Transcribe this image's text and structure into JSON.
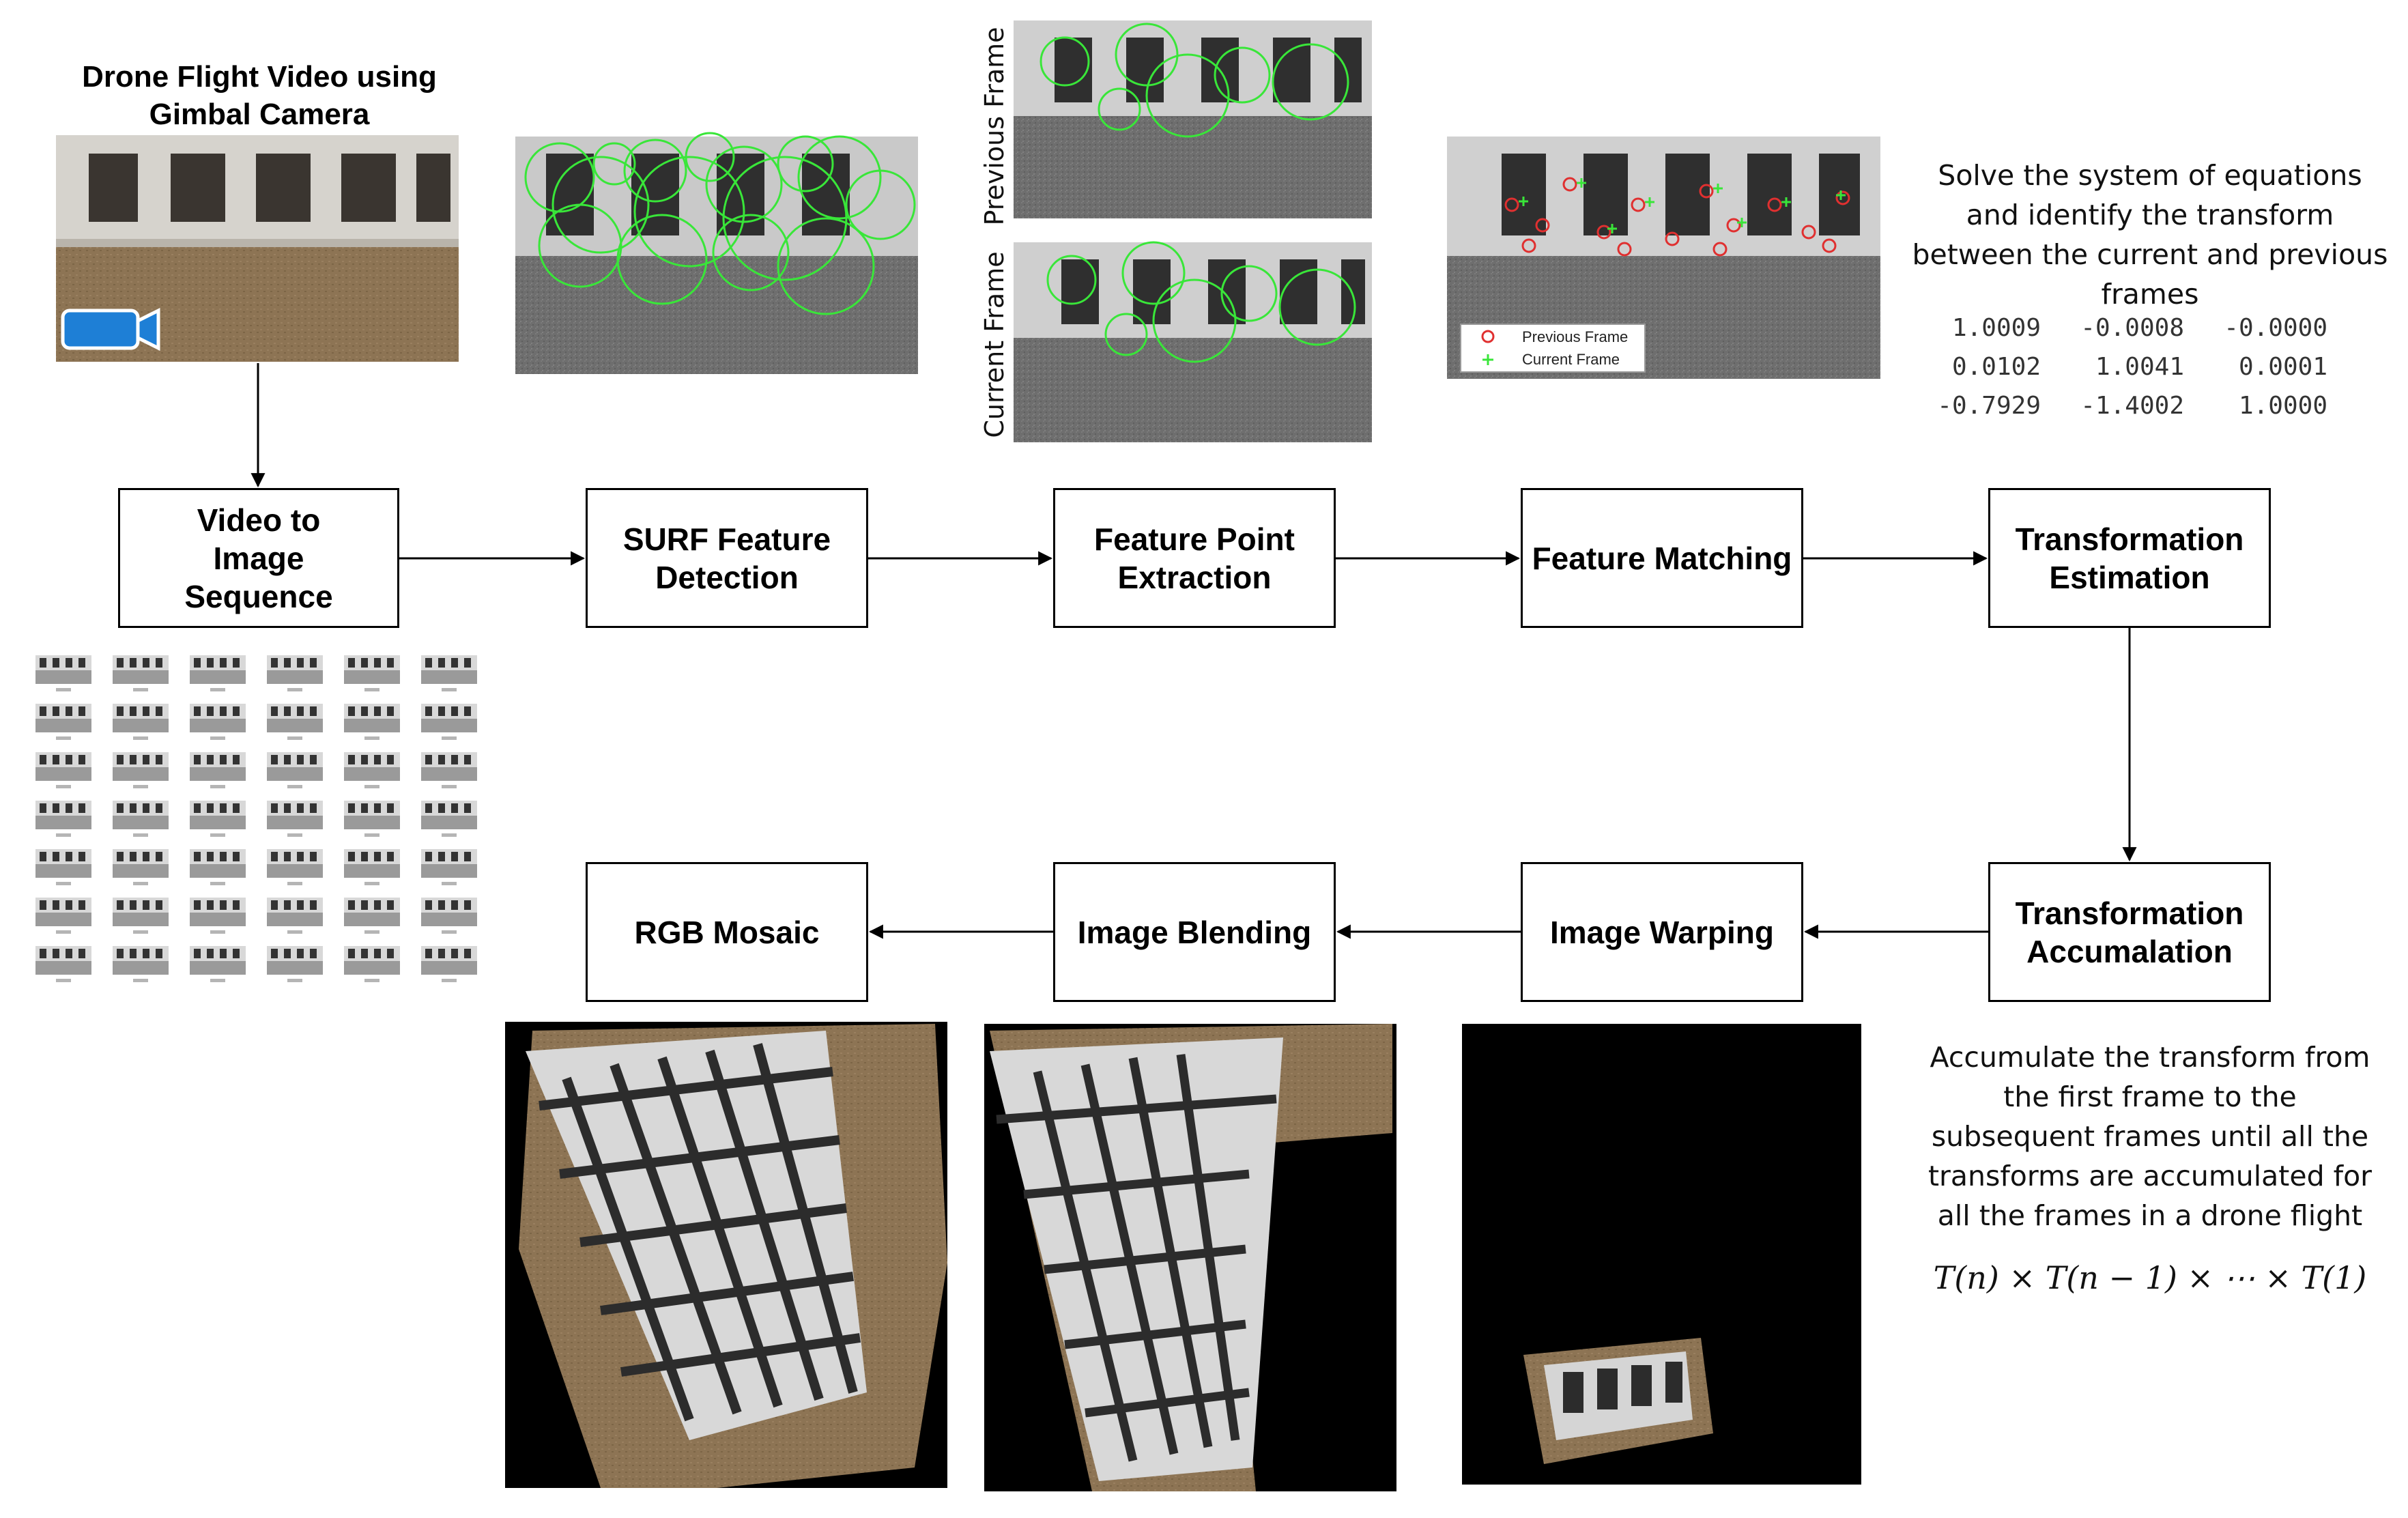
{
  "title": "Drone Flight Video using Gimbal Camera",
  "boxes": {
    "video_to_image": "Video to Image Sequence",
    "surf": "SURF Feature Detection",
    "feature_point": "Feature Point Extraction",
    "feature_matching": "Feature Matching",
    "transformation_estimation": "Transformation Estimation",
    "transformation_accumulation": "Transformation Accumalation",
    "image_warping": "Image Warping",
    "image_blending": "Image Blending",
    "rgb_mosaic": "RGB Mosaic"
  },
  "frame_labels": {
    "previous": "Previous Frame",
    "current": "Current Frame"
  },
  "legend": {
    "previous": "Previous Frame",
    "current": "Current Frame"
  },
  "solve_note": "Solve the system of equations and identify the transform between the current and previous frames",
  "matrix": [
    [
      "1.0009",
      "-0.0008",
      "-0.0000"
    ],
    [
      "0.0102",
      "1.0041",
      "0.0001"
    ],
    [
      "-0.7929",
      "-1.4002",
      "1.0000"
    ]
  ],
  "accumulate_note": "Accumulate the transform from the first frame to the subsequent frames until all the transforms are accumulated for all the frames in a drone flight",
  "formula": "T(n) × T(n − 1) × ⋯ × T(1)",
  "colors": {
    "ground": "#8a7152",
    "concrete": "#e2e2e2",
    "surf_green": "#39e639",
    "camera_blue": "#1e7fd6"
  }
}
